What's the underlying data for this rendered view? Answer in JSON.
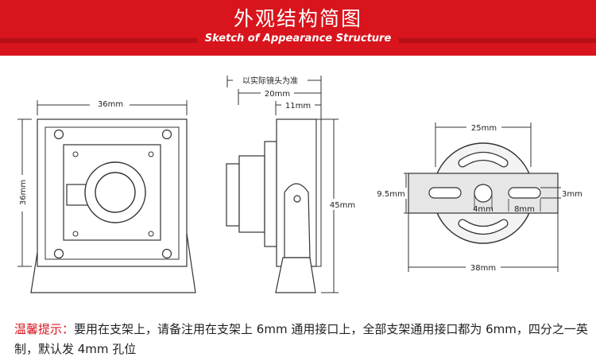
{
  "header": {
    "title": "外观结构简图",
    "subtitle": "Sketch of Appearance Structure",
    "colors": {
      "banner": "#d8141c",
      "rule": "#b70f16"
    }
  },
  "front_view": {
    "width_label": "36mm",
    "height_label": "36mm"
  },
  "side_view": {
    "lens_note": "以实际镜头为准",
    "depth_label": "20mm",
    "body_label": "11mm",
    "height_label": "45mm"
  },
  "bracket_view": {
    "dial_label": "25mm",
    "plate_height_label": "9.5mm",
    "slot_label": "3mm",
    "hole_label": "4mm",
    "slot_length_label": "8mm",
    "plate_width_label": "38mm"
  },
  "notice": {
    "label": "温馨提示：",
    "text": "要用在支架上，请备注用在支架上 6mm 通用接口上，全部支架通用接口都为 6mm，四分之一英制，默认发 4mm 孔位"
  }
}
